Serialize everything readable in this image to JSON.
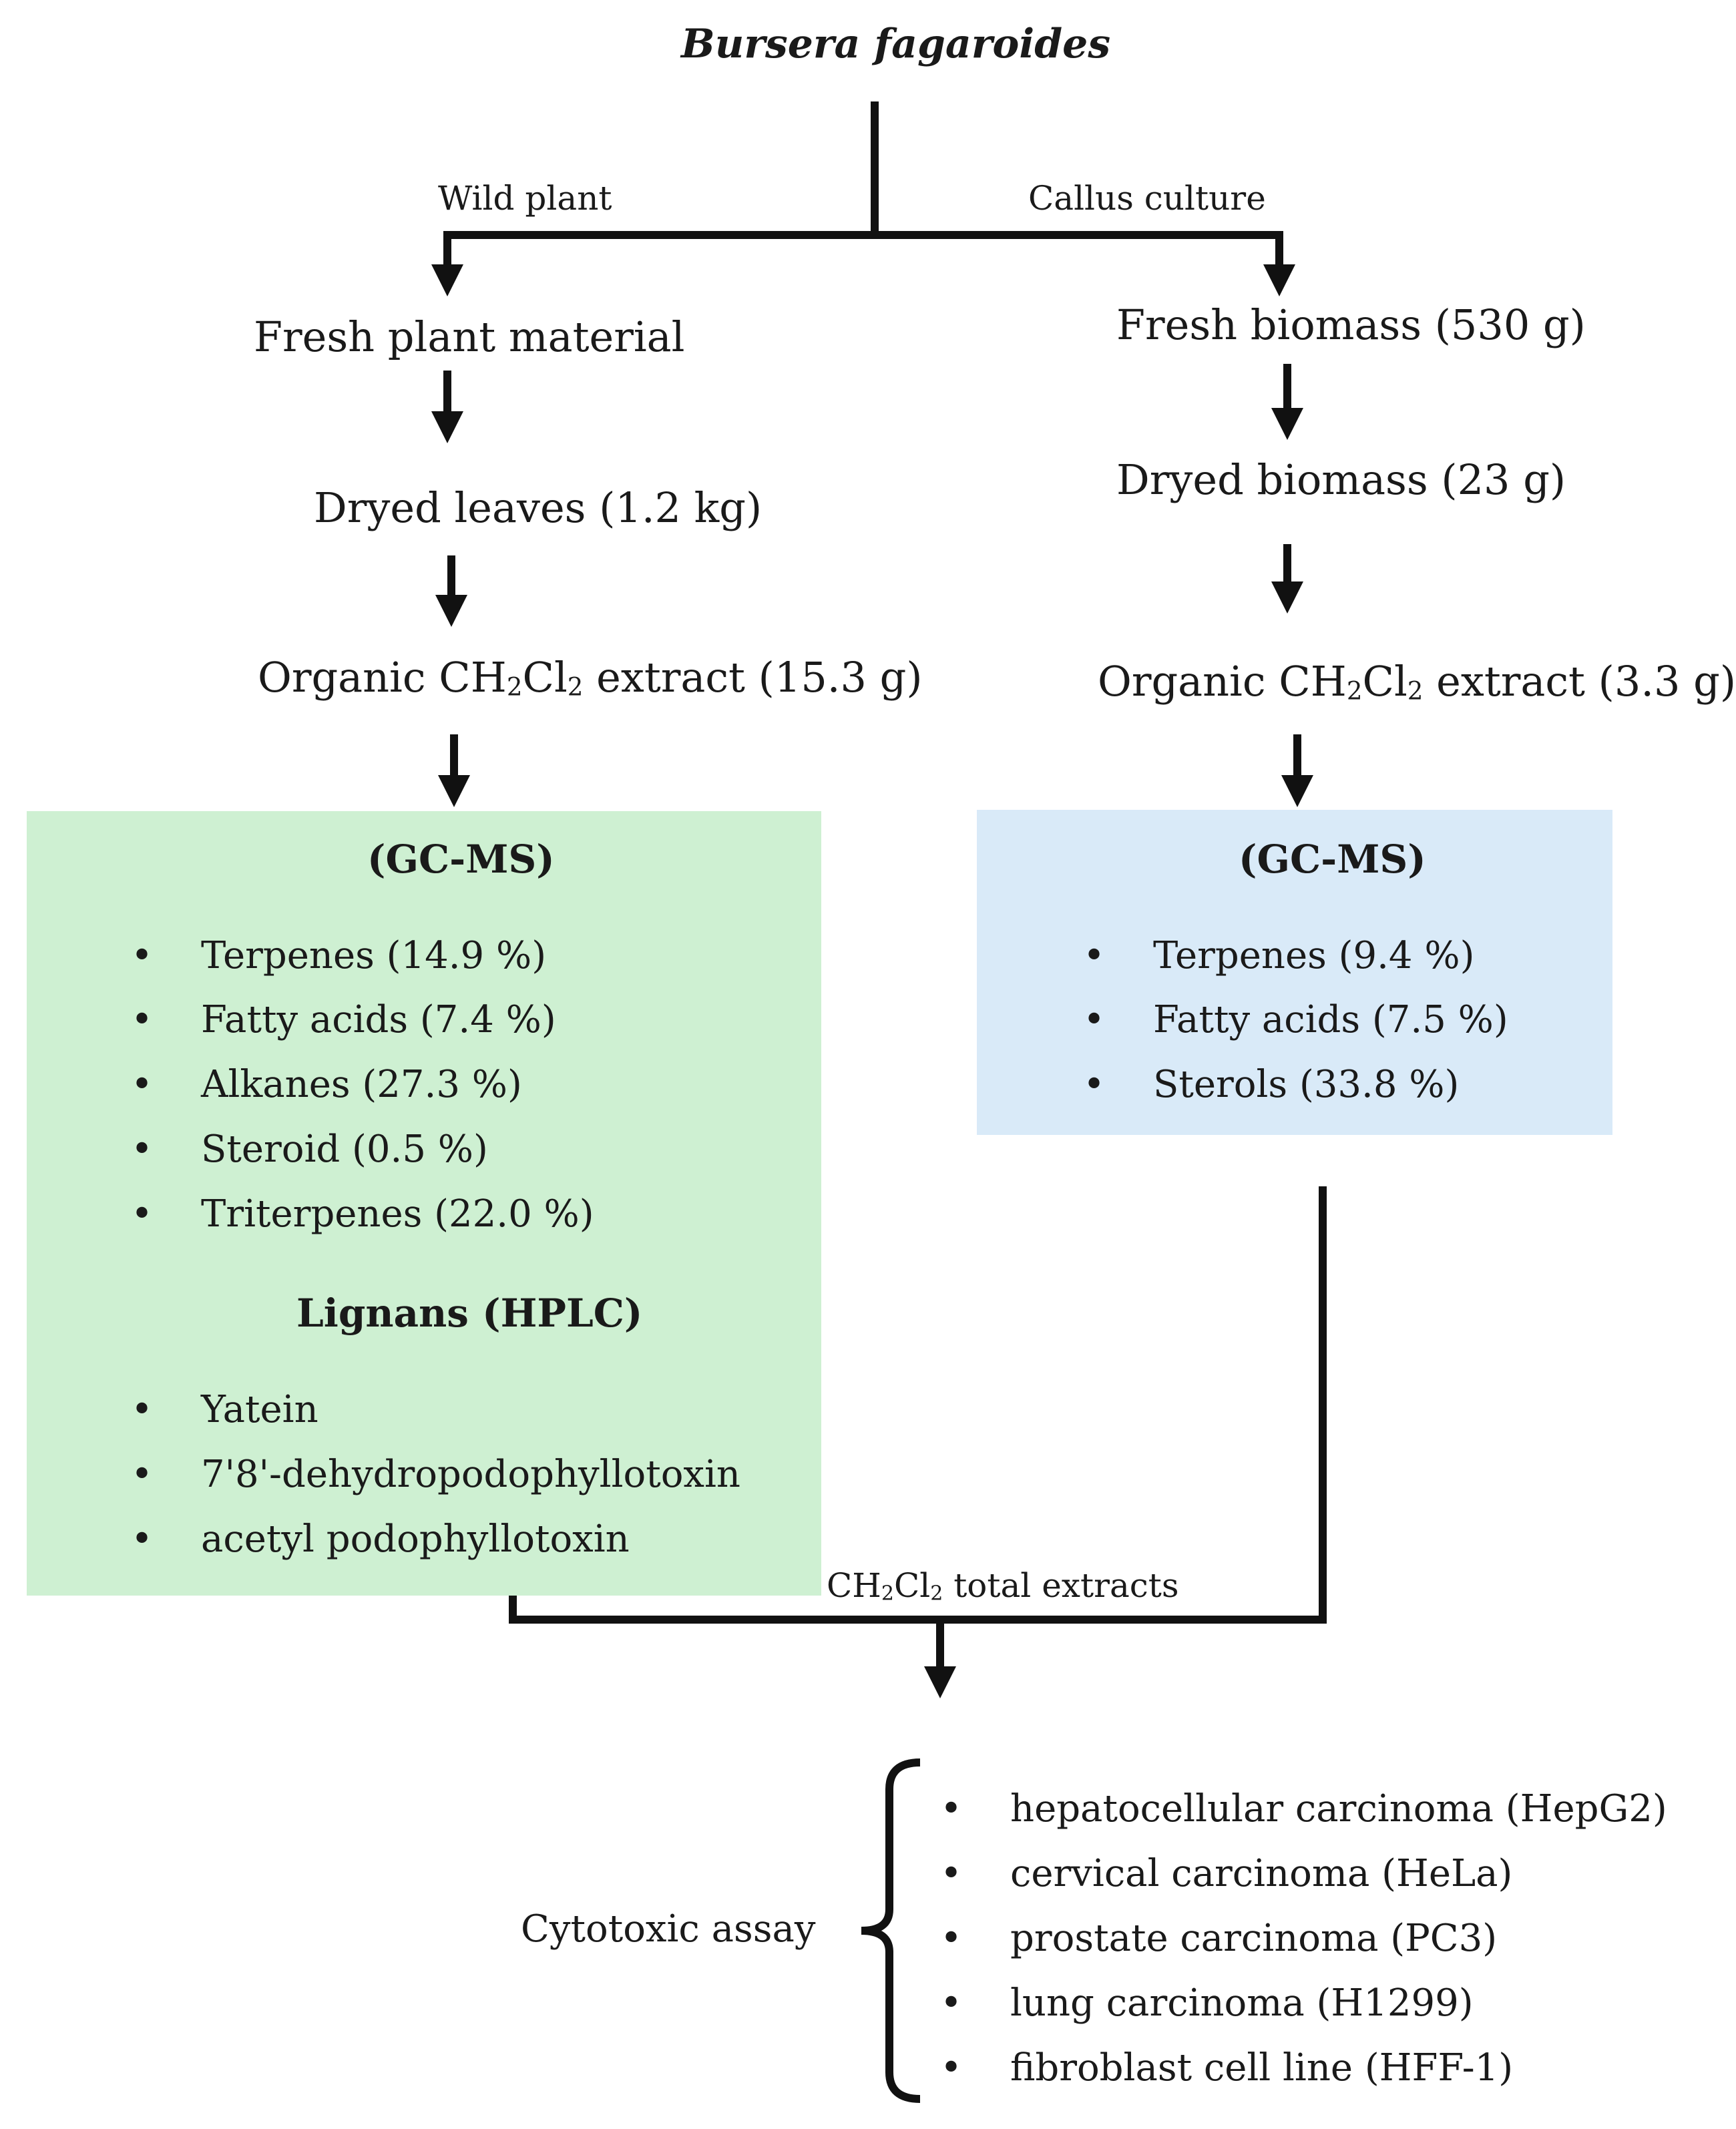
{
  "title": "Bursera fagaroides",
  "branches": {
    "left_label": "Wild plant",
    "right_label": "Callus culture"
  },
  "wild": {
    "step1": "Fresh plant material",
    "step2": "Dryed leaves (1.2 kg)",
    "step3_pre": "Organic CH",
    "step3_sub1": "2",
    "step3_mid": "Cl",
    "step3_sub2": "2",
    "step3_post": " extract (15.3 g)",
    "gcms_header": "(GC-MS)",
    "gcms_items": [
      "Terpenes (14.9 %)",
      "Fatty acids (7.4 %)",
      "Alkanes (27.3 %)",
      "Steroid (0.5 %)",
      "Triterpenes (22.0 %)"
    ],
    "hplc_header": "Lignans (HPLC)",
    "hplc_items": [
      "Yatein",
      "7'8'-dehydropodophyllotoxin",
      "acetyl podophyllotoxin"
    ]
  },
  "callus": {
    "step1": "Fresh biomass (530 g)",
    "step2": "Dryed biomass (23 g)",
    "step3_pre": "Organic CH",
    "step3_sub1": "2",
    "step3_mid": "Cl",
    "step3_sub2": "2",
    "step3_post": " extract (3.3 g)",
    "gcms_header": "(GC-MS)",
    "gcms_items": [
      "Terpenes (9.4 %)",
      "Fatty acids (7.5 %)",
      "Sterols (33.8 %)"
    ]
  },
  "merge": {
    "label_pre": "CH",
    "label_sub1": "2",
    "label_mid": "Cl",
    "label_sub2": "2",
    "label_post": " total extracts"
  },
  "assay": {
    "label": "Cytotoxic assay",
    "items": [
      "hepatocellular carcinoma (HepG2)",
      "cervical carcinoma (HeLa)",
      "prostate carcinoma (PC3)",
      "lung carcinoma (H1299)",
      "fibroblast cell line (HFF-1)"
    ]
  },
  "bullet_char": "•"
}
